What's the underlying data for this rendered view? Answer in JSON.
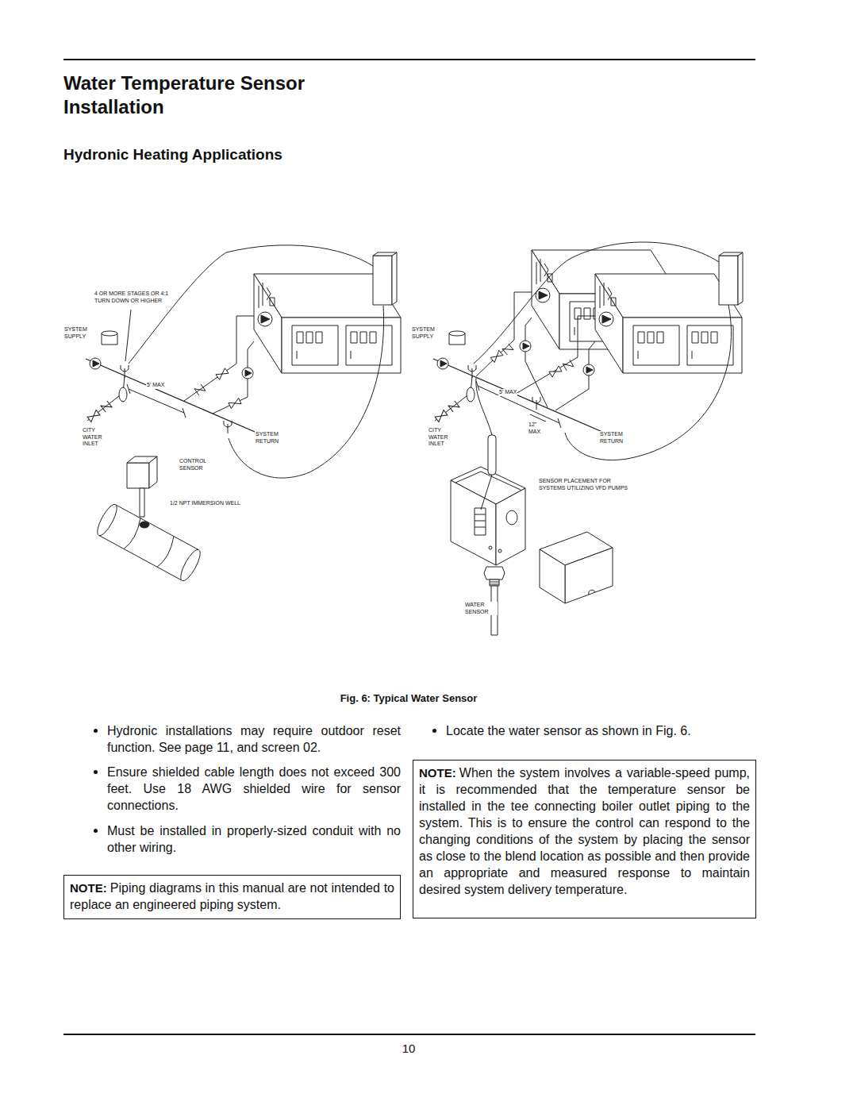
{
  "diagram": {
    "title": "Water Temperature Sensor Installation",
    "caption": "Fig. 6: Typical Water Sensor",
    "nodes": [
      {
        "text": [
          "NOTE:",
          "Piping diagrams in this manual are not intended to replace an engineered piping system."
        ]
      },
      {
        "text": [
          "NOTE:",
          "When the system involves a variable-speed pump, it is recommended that the temperature sensor be installed in the tee connecting boiler outlet piping to the system. This is to ensure the control can respond to the changing conditions of the system by placing the sensor as close to the blend location as possible and then provide an appropriate and measured response to maintain desired system delivery temperature."
        ]
      }
    ],
    "labels": [
      "Hydronic Heating Applications",
      "4 OR MORE STAGES OR 4:1 TURN DOWN OR HIGHER",
      "SYSTEM SUPPLY",
      "5' MAX",
      "CITY WATER INLET",
      "SYSTEM RETURN",
      "CONTROL SENSOR",
      "1/2 NPT IMMERSION WELL",
      "SYSTEM SUPPLY",
      "5' MAX",
      "12\" MAX",
      "CITY WATER INLET",
      "SYSTEM RETURN",
      "SENSOR PLACEMENT FOR SYSTEMS UTILIZING VFD PUMPS",
      "WATER SENSOR",
      "Hydronic installations may require outdoor reset function. See page 11, and screen 02.",
      "Ensure shielded cable length does not exceed 300 feet. Use 18 AWG shielded wire for sensor connections.",
      "Must be installed in properly-sized conduit with no other wiring.",
      "Locate the water sensor as shown in Fig. 6.",
      "10"
    ]
  }
}
